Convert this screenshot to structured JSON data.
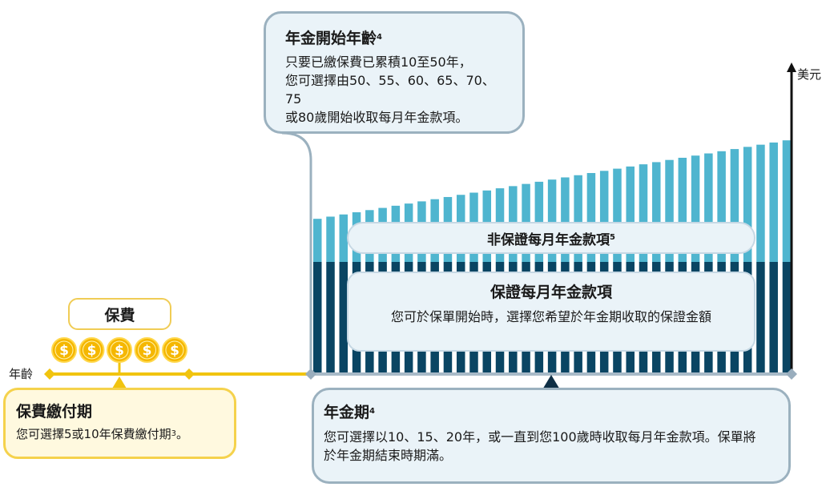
{
  "axis": {
    "x_label": "年齡",
    "y_label": "美元"
  },
  "premium": {
    "label": "保費",
    "coin_count": 5,
    "coin_symbol": "$"
  },
  "start_age_callout": {
    "title": "年金開始年齡",
    "title_note": "4",
    "line1": "只要已繳保費已累積10至50年，",
    "line2": "您可選擇由50、55、60、65、70、75",
    "line3": "或80歲開始收取每月年金款項。"
  },
  "non_guaranteed": {
    "label": "非保證每月年金款項",
    "note": "5"
  },
  "guaranteed": {
    "title": "保證每月年金款項",
    "description": "您可於保單開始時，選擇您希望於年金期收取的保證金額"
  },
  "annuity_period_callout": {
    "title": "年金期",
    "title_note": "4",
    "line1": "您可選擇以10、15、20年，或一直到您100歲時收取每月年金款項。保單將",
    "line2": "於年金期結束時期滿。"
  },
  "payment_period_callout": {
    "title": "保費繳付期",
    "text": "您可選擇5或10年保費繳付期",
    "note": "3",
    "end": "。"
  },
  "payout_bars": {
    "count": 37,
    "guaranteed_level": 1.0,
    "total_start": 1.39,
    "total_end": 2.1
  },
  "colors": {
    "guaranteed_bar": "#0a4563",
    "non_guaranteed_bar": "#4fb5cf",
    "timeline_gold": "#f1c40f",
    "coin": "#f5b700",
    "axis": "#111111",
    "marker": "#99adbd",
    "callout_border": "#9bb1bf",
    "callout_fill": "#eaf3f8"
  }
}
